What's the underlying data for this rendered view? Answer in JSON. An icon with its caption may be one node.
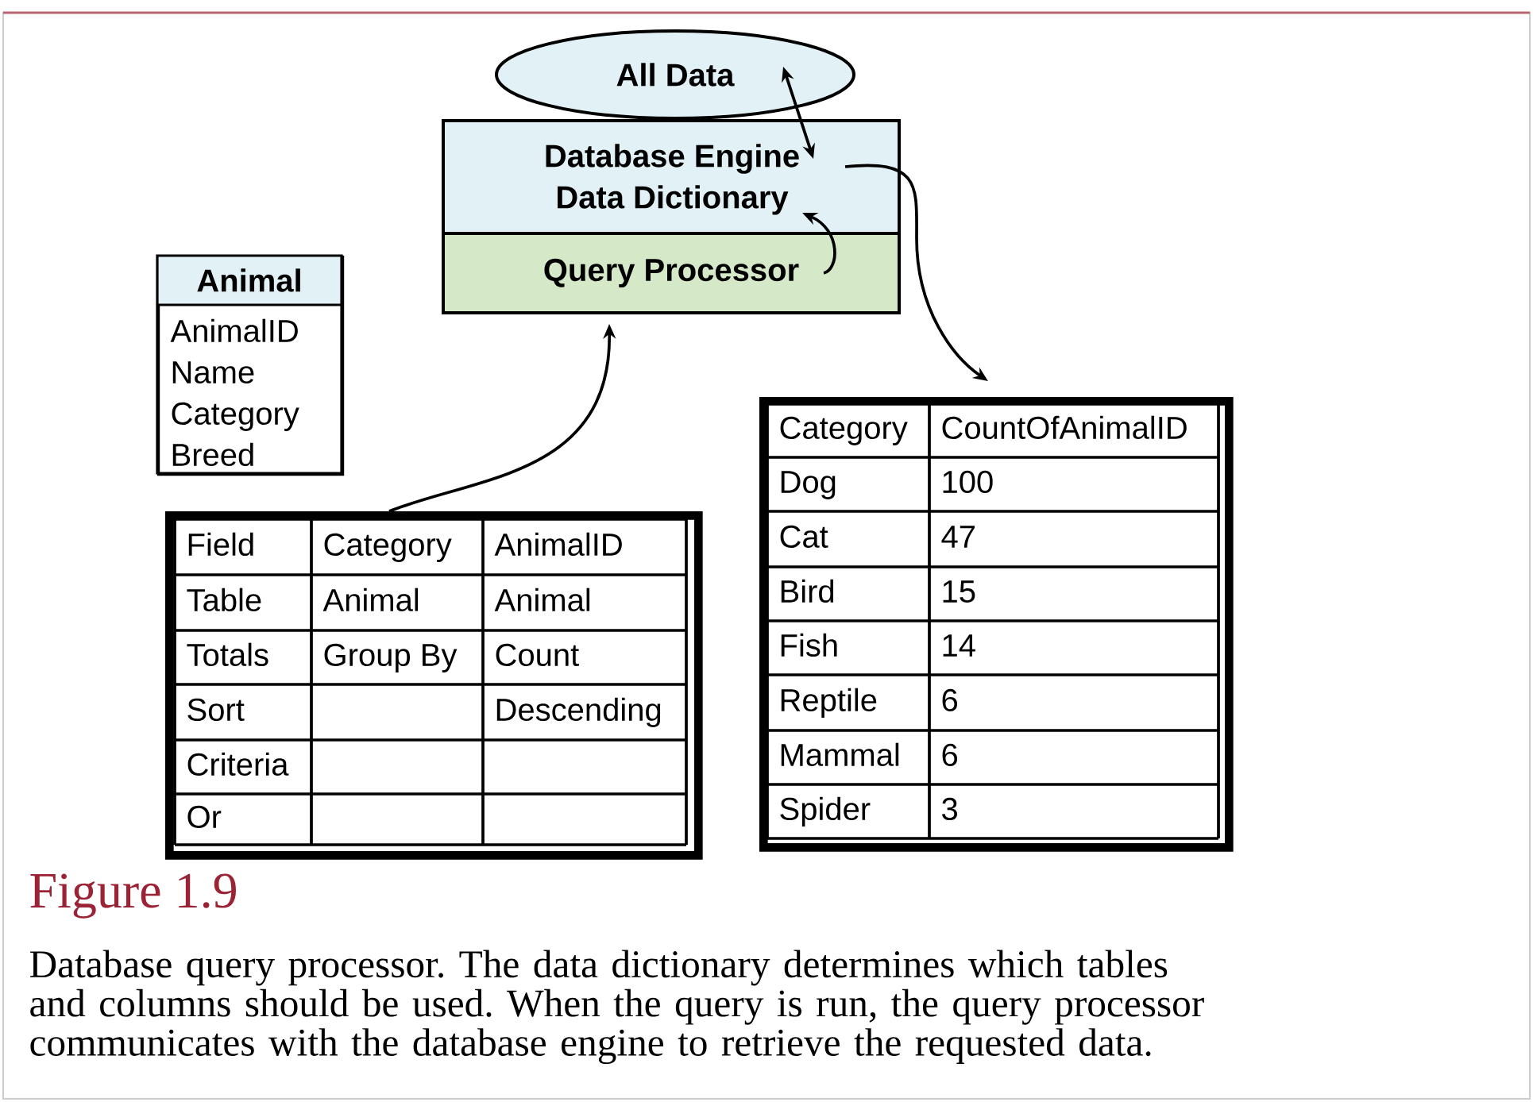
{
  "diagram": {
    "caption": "Database query processor. The data dictionary determines which tables and columns should be used. When the query is run, the query processor communicates with the database engine to retrieve the requested data.",
    "nodes": [
      {
        "text": [
          "All Data"
        ]
      },
      {
        "text": [],
        "shape": "box"
      },
      {
        "text": [
          "Database Engine"
        ],
        "in": 1
      },
      {
        "text": [
          "Data Dictionary"
        ],
        "in": 1
      },
      {
        "text": [
          "Query Processor"
        ]
      },
      {
        "text": [
          "Animal",
          "AnimalID",
          "Name",
          "Category",
          "Breed"
        ]
      },
      {
        "text": [
          "Field",
          "Category",
          "AnimalID",
          "Table",
          "Animal",
          "Animal",
          "Totals",
          "Group By",
          "Count",
          "Sort",
          "Descending",
          "Criteria",
          "Or"
        ]
      },
      {
        "text": [
          "Category",
          "CountOfAnimalID",
          "Dog",
          "100",
          "Cat",
          "47",
          "Bird",
          "15",
          "Fish",
          "14",
          "Reptile",
          "6",
          "Mammal",
          "6",
          "Spider",
          "3"
        ]
      }
    ],
    "edges": [
      {
        "from": 0,
        "to": 2,
        "arrow": "both"
      },
      {
        "from": 4,
        "to": 3,
        "arrow": "to"
      },
      {
        "from": 2,
        "to": 7,
        "arrow": "to"
      },
      {
        "from": 6,
        "to": 4,
        "arrow": "to"
      }
    ],
    "labels": [
      "Figure 1.9"
    ]
  }
}
